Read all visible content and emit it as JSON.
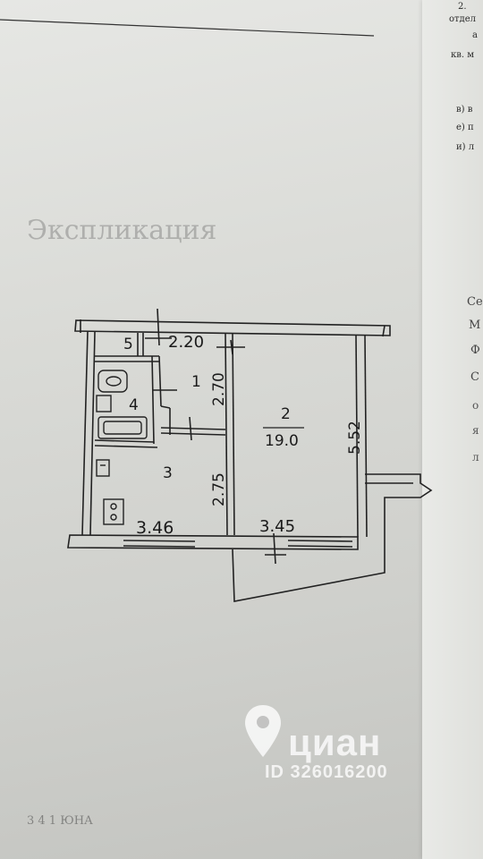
{
  "document": {
    "right_margin_text": [
      "2.",
      "отдел",
      "а",
      "кв. м",
      "в) в",
      "е) п",
      "и) л"
    ],
    "right_faint_letters": [
      "Се",
      "М",
      "Ф",
      "С",
      "о",
      "я",
      "л"
    ],
    "faint_heading": "Экспликация",
    "bottom_scrawl": "3 4 1 ЮНА"
  },
  "floorplan": {
    "rooms": [
      {
        "number": "1"
      },
      {
        "number": "2",
        "area": "19.0"
      },
      {
        "number": "3"
      },
      {
        "number": "4"
      },
      {
        "number": "5"
      }
    ],
    "dimensions": [
      "2.20",
      "2.70",
      "2.75",
      "5.52",
      "3.46",
      "3.45"
    ]
  },
  "watermark": {
    "brand": "циан",
    "listing_id": "ID 326016200",
    "icon": "location-pin-icon"
  }
}
